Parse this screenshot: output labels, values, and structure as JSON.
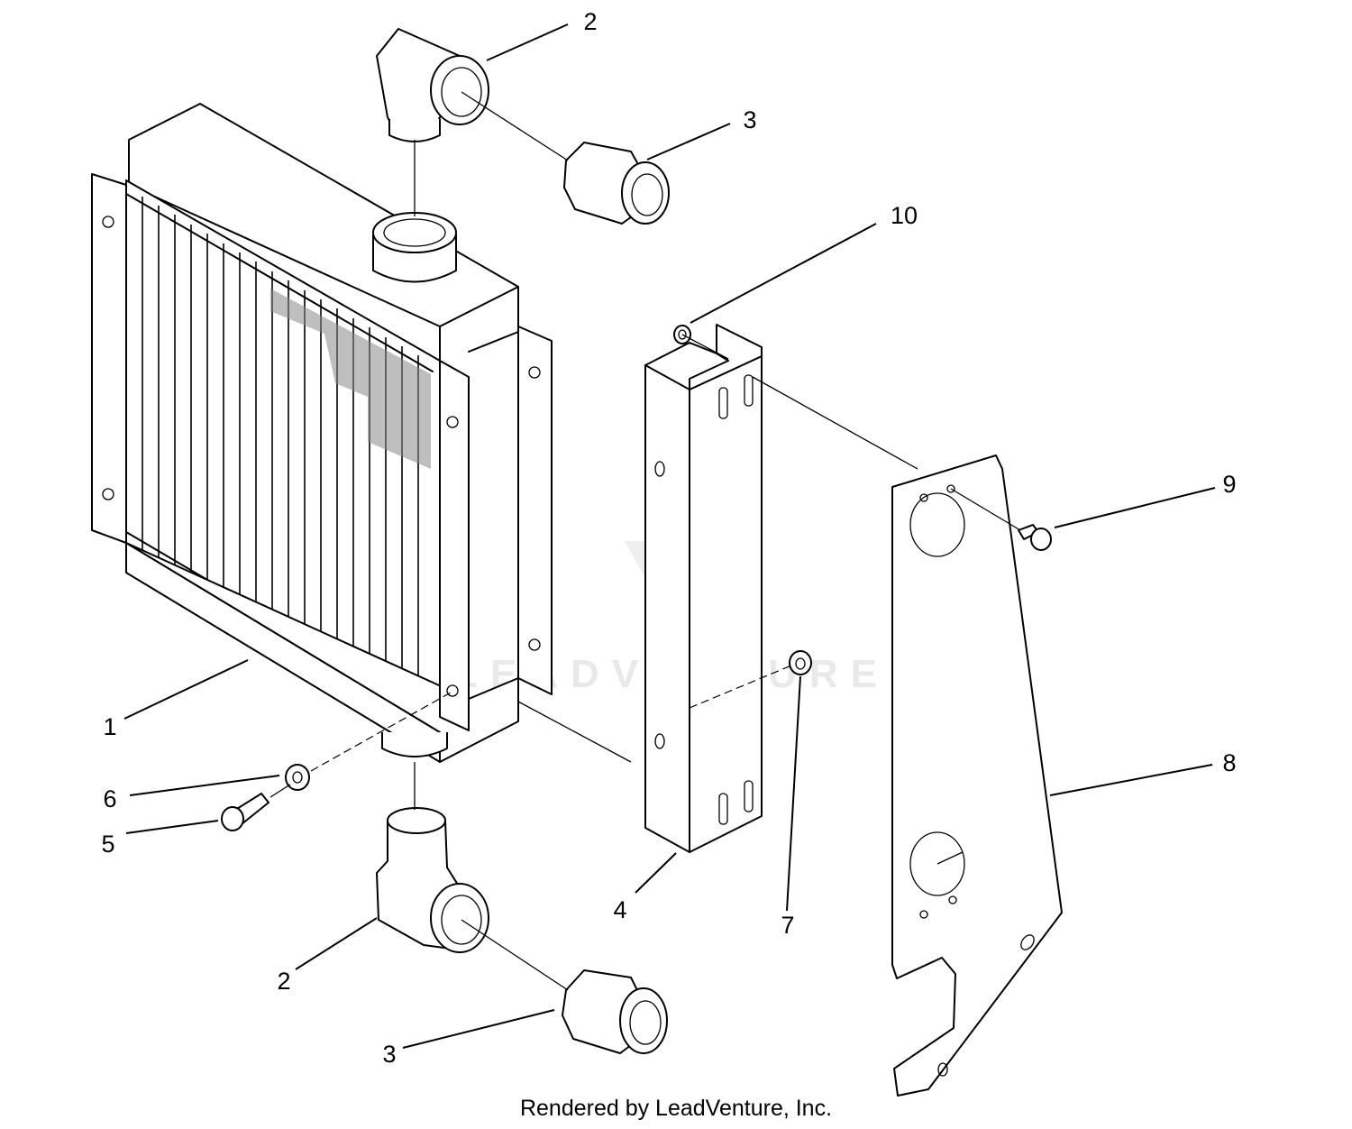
{
  "watermark": {
    "text": "LEADVENTURE",
    "icon": "flame-v-logo"
  },
  "credit": "Rendered by LeadVenture, Inc.",
  "callouts": [
    {
      "id": "c1",
      "label": "1"
    },
    {
      "id": "c2a",
      "label": "2"
    },
    {
      "id": "c2b",
      "label": "2"
    },
    {
      "id": "c3a",
      "label": "3"
    },
    {
      "id": "c3b",
      "label": "3"
    },
    {
      "id": "c4",
      "label": "4"
    },
    {
      "id": "c5",
      "label": "5"
    },
    {
      "id": "c6",
      "label": "6"
    },
    {
      "id": "c7",
      "label": "7"
    },
    {
      "id": "c8",
      "label": "8"
    },
    {
      "id": "c9",
      "label": "9"
    },
    {
      "id": "c10",
      "label": "10"
    }
  ]
}
